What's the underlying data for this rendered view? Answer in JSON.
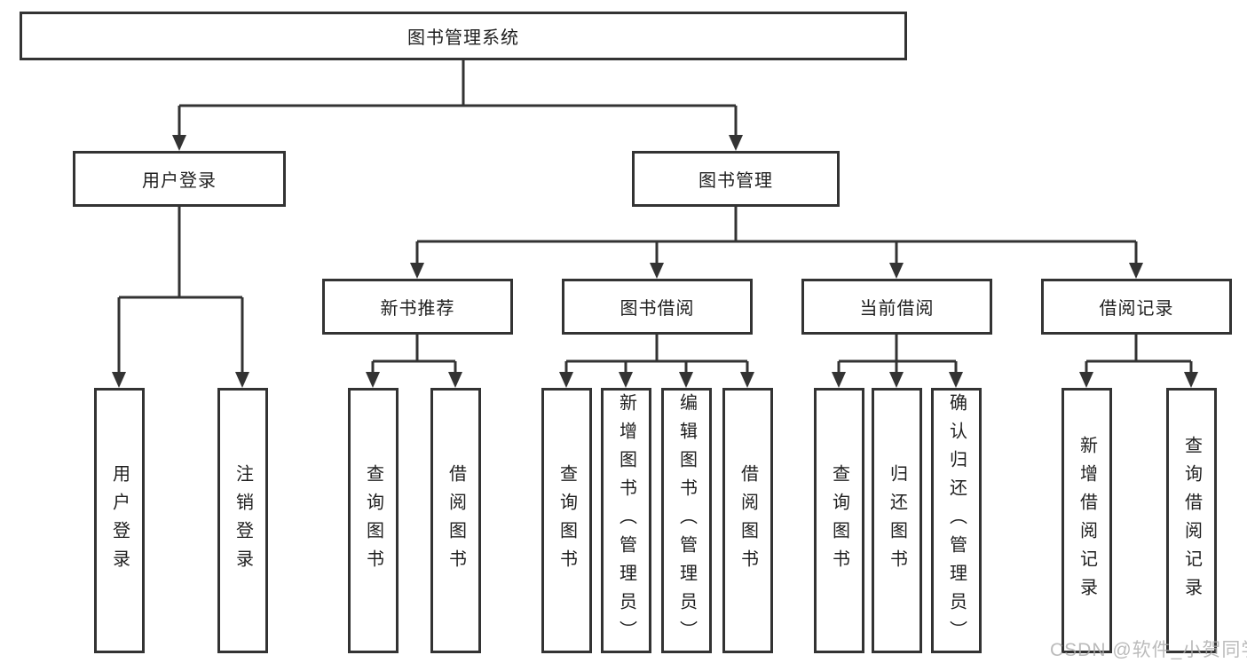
{
  "tree": {
    "label": "图书管理系统",
    "children": [
      {
        "label": "用户登录",
        "children": [
          {
            "label": "用户登录"
          },
          {
            "label": "注销登录"
          }
        ]
      },
      {
        "label": "图书管理",
        "children": [
          {
            "label": "新书推荐",
            "children": [
              {
                "label": "查询图书"
              },
              {
                "label": "借阅图书"
              }
            ]
          },
          {
            "label": "图书借阅",
            "children": [
              {
                "label": "查询图书"
              },
              {
                "label": "新增图书（管理员）"
              },
              {
                "label": "编辑图书（管理员）"
              },
              {
                "label": "借阅图书"
              }
            ]
          },
          {
            "label": "当前借阅",
            "children": [
              {
                "label": "查询图书"
              },
              {
                "label": "归还图书"
              },
              {
                "label": "确认归还（管理员）"
              }
            ]
          },
          {
            "label": "借阅记录",
            "children": [
              {
                "label": "新增借阅记录"
              },
              {
                "label": "查询借阅记录"
              }
            ]
          }
        ]
      }
    ]
  },
  "watermark": {
    "text": "CSDN @软件_小贺同学"
  },
  "colors": {
    "background": "#ffffff",
    "line": "#333333",
    "text": "#1f1f1f",
    "watermark": "#aaaaaa"
  }
}
